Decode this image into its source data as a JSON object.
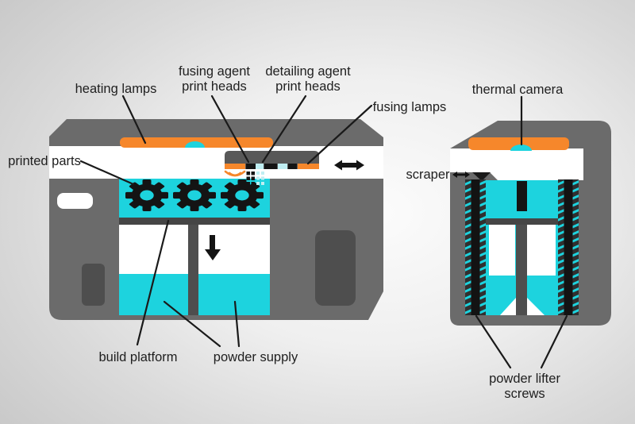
{
  "labels": {
    "heating_lamps": "heating lamps",
    "fusing_agent_print_heads": "fusing agent\nprint heads",
    "detailing_agent_print_heads": "detailing agent\nprint heads",
    "fusing_lamps": "fusing lamps",
    "thermal_camera": "thermal camera",
    "scraper": "scraper",
    "printed_parts": "printed parts",
    "build_platform": "build platform",
    "powder_supply": "powder supply",
    "powder_lifter_screws": "powder lifter screws"
  },
  "icons": {
    "carriage-motion-arrow-icon": "left-right double arrow",
    "scraper-motion-arrow-icon": "left-right double arrow (small)",
    "powder-feed-down-arrow-icon": "downward arrow",
    "gear-icon": "black gear (printed part)",
    "heat-waves-icon": "orange radiated-heat arcs",
    "fusing-agent-droplets-icon": "black droplet dots",
    "detailing-agent-droplets-icon": "cyan droplet dots",
    "thermal-camera-lens-icon": "cyan dome lens",
    "scraper-blade-icon": "black triangular blade"
  },
  "colors": {
    "machine_gray": "#6b6b6b",
    "panel_dark": "#4e4e4e",
    "strip_dark": "#454545",
    "accent_orange": "#f6872b",
    "accent_cyan": "#1dd3de",
    "pale_cyan": "#bfeef2",
    "ink": "#141414",
    "pure_white": "#ffffff",
    "text_color": "#1f1f1f",
    "bg_center": "#fcfcfc",
    "bg_edge": "#c8c8c8"
  }
}
